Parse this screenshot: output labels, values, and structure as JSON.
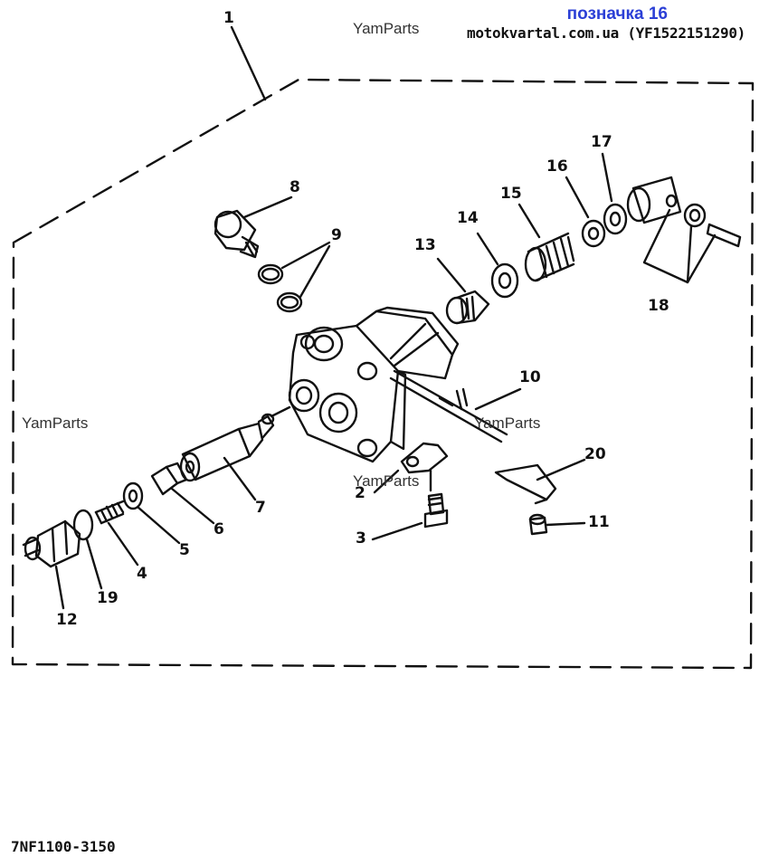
{
  "header": {
    "title": "позначка 16",
    "source": "motokvartal.com.ua (YF1522151290)"
  },
  "watermarks": [
    "YamParts",
    "YamParts",
    "YamParts",
    "YamParts"
  ],
  "callouts": {
    "c1": "1",
    "c2": "2",
    "c3": "3",
    "c4": "4",
    "c5": "5",
    "c6": "6",
    "c7": "7",
    "c8": "8",
    "c9": "9",
    "c10": "10",
    "c11": "11",
    "c12": "12",
    "c13": "13",
    "c14": "14",
    "c15": "15",
    "c16": "16",
    "c17": "17",
    "c18": "18",
    "c19": "19",
    "c20": "20"
  },
  "diagram_code": "7NF1100-3150"
}
